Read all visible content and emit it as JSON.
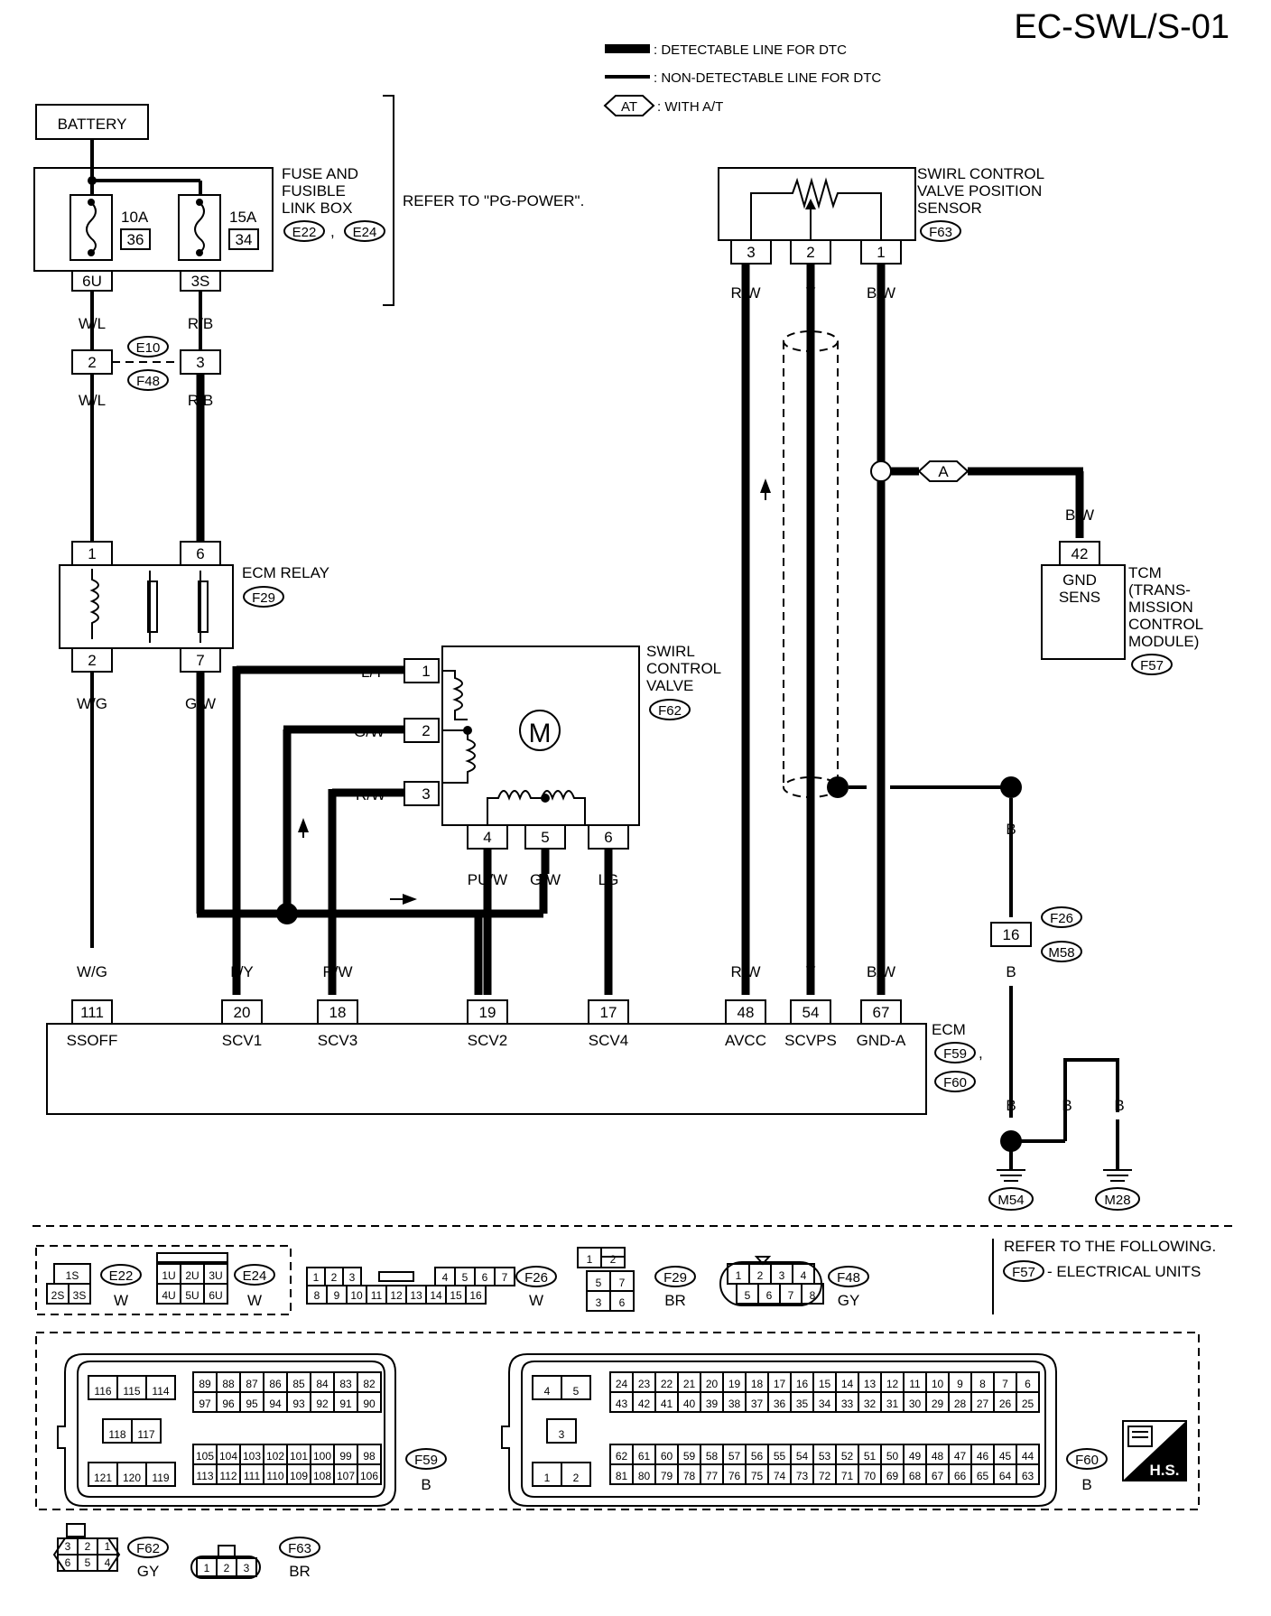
{
  "title": "EC-SWL/S-01",
  "legend": {
    "detectable": ": DETECTABLE LINE FOR DTC",
    "non_detectable": ": NON-DETECTABLE LINE FOR DTC",
    "at_symbol": "AT",
    "with_at": ": WITH A/T"
  },
  "battery": "BATTERY",
  "fuse_box": {
    "name_lines": [
      "FUSE AND",
      "FUSIBLE",
      "LINK BOX"
    ],
    "connectors": [
      "E22",
      "E24"
    ],
    "fuse1_amp": "10A",
    "fuse1_no": "36",
    "fuse2_amp": "15A",
    "fuse2_no": "34",
    "term1": "6U",
    "term2": "3S",
    "refer": "REFER TO \"PG-POWER\"."
  },
  "wires": {
    "wl": "W/L",
    "rb": "R/B",
    "wg": "W/G",
    "gw": "G/W",
    "ly": "L/Y",
    "rw": "R/W",
    "puw": "PU/W",
    "lg": "LG",
    "y": "Y",
    "bw": "B/W",
    "b": "B"
  },
  "joint": {
    "pin1": "2",
    "pin2": "3",
    "conn1": "E10",
    "conn2": "F48"
  },
  "ecm_relay": {
    "name": "ECM RELAY",
    "connector": "F29",
    "p1": "1",
    "p6": "6",
    "p2": "2",
    "p7": "7"
  },
  "scv": {
    "name_lines": [
      "SWIRL",
      "CONTROL",
      "VALVE"
    ],
    "connector": "F62",
    "motor": "M",
    "pins": [
      "1",
      "2",
      "3",
      "4",
      "5",
      "6"
    ]
  },
  "sensor": {
    "name_lines": [
      "SWIRL CONTROL",
      "VALVE POSITION",
      "SENSOR"
    ],
    "connector": "F63",
    "pins": [
      "3",
      "2",
      "1"
    ]
  },
  "tcm": {
    "pin": "42",
    "term_lines": [
      "GND",
      "SENS"
    ],
    "name_lines": [
      "TCM",
      "(TRANS-",
      "MISSION",
      "CONTROL",
      "MODULE)"
    ],
    "connector": "F57",
    "marker": "A"
  },
  "ground_conn": {
    "pin": "16",
    "conn1": "F26",
    "conn2": "M58"
  },
  "grounds": [
    "M54",
    "M28"
  ],
  "ecm": {
    "name": "ECM",
    "connectors": [
      "F59",
      "F60"
    ],
    "comma": ",",
    "pins": [
      "111",
      "20",
      "18",
      "19",
      "17",
      "48",
      "54",
      "67"
    ],
    "terms": [
      "SSOFF",
      "SCV1",
      "SCV3",
      "SCV2",
      "SCV4",
      "AVCC",
      "SCVPS",
      "GND-A"
    ]
  },
  "refer_following": {
    "line1": "REFER TO THE FOLLOWING.",
    "connector": "F57",
    "line2": "- ELECTRICAL UNITS"
  },
  "connector_faces": {
    "E22": {
      "rows": [
        [
          "1S"
        ],
        [
          "2S",
          "3S"
        ]
      ],
      "color": "W"
    },
    "E24": {
      "rows": [
        [
          "1U",
          "2U",
          "3U"
        ],
        [
          "4U",
          "5U",
          "6U"
        ]
      ],
      "color": "W"
    },
    "F26": {
      "rows": [
        [
          "1",
          "2",
          "3",
          "4",
          "5",
          "6",
          "7"
        ],
        [
          "8",
          "9",
          "10",
          "11",
          "12",
          "13",
          "14",
          "15",
          "16"
        ]
      ],
      "color": "W"
    },
    "F29": {
      "rows": [
        [
          "1",
          "2"
        ],
        [
          "5",
          "7"
        ],
        [
          "3",
          "6"
        ]
      ],
      "color": "BR"
    },
    "F48": {
      "rows": [
        [
          "1",
          "2",
          "3",
          "4"
        ],
        [
          "5",
          "6",
          "7",
          "8"
        ]
      ],
      "color": "GY"
    },
    "F59": {
      "left": [
        [
          "116",
          "115",
          "114"
        ],
        [
          "118",
          "117"
        ],
        [
          "121",
          "120",
          "119"
        ]
      ],
      "right": [
        [
          "89",
          "88",
          "87",
          "86",
          "85",
          "84",
          "83",
          "82"
        ],
        [
          "97",
          "96",
          "95",
          "94",
          "93",
          "92",
          "91",
          "90"
        ],
        [
          "105",
          "104",
          "103",
          "102",
          "101",
          "100",
          "99",
          "98"
        ],
        [
          "113",
          "112",
          "111",
          "110",
          "109",
          "108",
          "107",
          "106"
        ]
      ],
      "color": "B"
    },
    "F60": {
      "left": [
        [
          "4",
          "5"
        ],
        [
          "3"
        ],
        [
          "1",
          "2"
        ]
      ],
      "right": [
        [
          "24",
          "23",
          "22",
          "21",
          "20",
          "19",
          "18",
          "17",
          "16",
          "15",
          "14",
          "13",
          "12",
          "11",
          "10",
          "9",
          "8",
          "7",
          "6"
        ],
        [
          "43",
          "42",
          "41",
          "40",
          "39",
          "38",
          "37",
          "36",
          "35",
          "34",
          "33",
          "32",
          "31",
          "30",
          "29",
          "28",
          "27",
          "26",
          "25"
        ],
        [
          "62",
          "61",
          "60",
          "59",
          "58",
          "57",
          "56",
          "55",
          "54",
          "53",
          "52",
          "51",
          "50",
          "49",
          "48",
          "47",
          "46",
          "45",
          "44"
        ],
        [
          "81",
          "80",
          "79",
          "78",
          "77",
          "76",
          "75",
          "74",
          "73",
          "72",
          "71",
          "70",
          "69",
          "68",
          "67",
          "66",
          "65",
          "64",
          "63"
        ]
      ],
      "color": "B"
    },
    "F62": {
      "rows": [
        [
          "3",
          "2",
          "1"
        ],
        [
          "6",
          "5",
          "4"
        ]
      ],
      "color": "GY"
    },
    "F63": {
      "rows": [
        [
          "1",
          "2",
          "3"
        ]
      ],
      "color": "BR"
    }
  },
  "hs_badge": "H.S."
}
